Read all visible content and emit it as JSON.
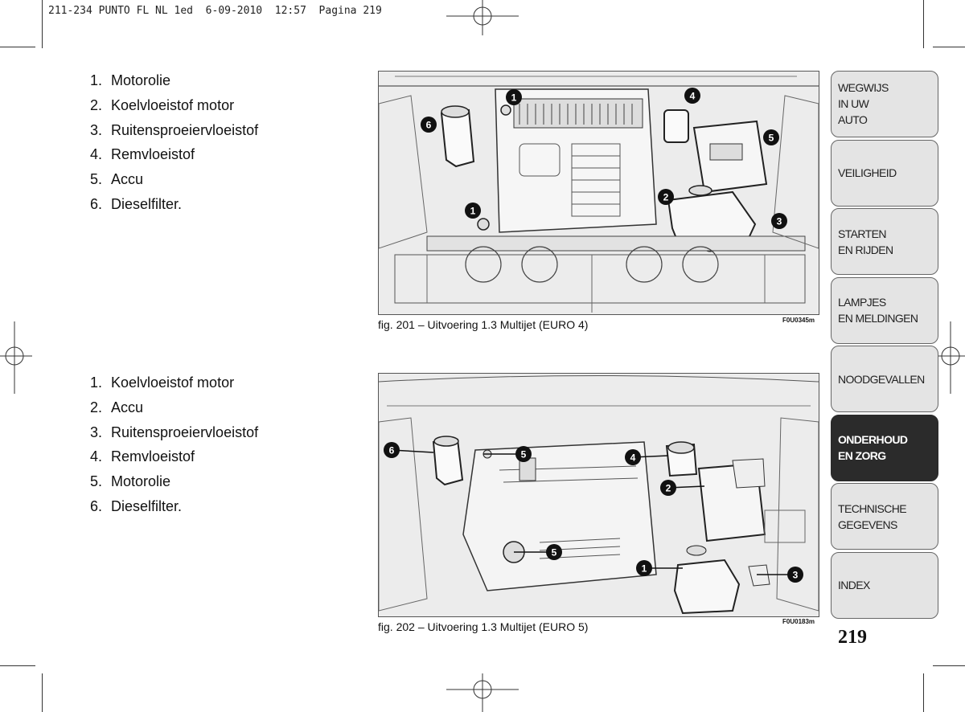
{
  "header": {
    "text": "211-234 PUNTO FL NL 1ed  6-09-2010  12:57  Pagina 219"
  },
  "list1": [
    "Motorolie",
    "Koelvloeistof motor",
    "Ruitensproeiervloeistof",
    "Remvloeistof",
    "Accu",
    "Dieselfilter."
  ],
  "list2": [
    "Koelvloeistof motor",
    "Accu",
    "Ruitensproeiervloeistof",
    "Remvloeistof",
    "Motorolie",
    "Dieselfilter."
  ],
  "figure1": {
    "caption": "fig. 201 – Uitvoering 1.3 Multijet (EURO 4)",
    "code": "F0U0345m",
    "callouts": [
      "1",
      "1",
      "2",
      "3",
      "4",
      "5",
      "6"
    ]
  },
  "figure2": {
    "caption": "fig. 202 – Uitvoering 1.3 Multijet (EURO 5)",
    "code": "F0U0183m",
    "callouts": [
      "1",
      "2",
      "3",
      "4",
      "5",
      "5",
      "6"
    ]
  },
  "tabs": [
    {
      "label": "WEGWIJS\nIN UW\nAUTO",
      "active": false
    },
    {
      "label": "VEILIGHEID",
      "active": false
    },
    {
      "label": "STARTEN\nEN RIJDEN",
      "active": false
    },
    {
      "label": "LAMPJES\nEN MELDINGEN",
      "active": false
    },
    {
      "label": "NOODGEVALLEN",
      "active": false
    },
    {
      "label": "ONDERHOUD\nEN ZORG",
      "active": true
    },
    {
      "label": "TECHNISCHE\nGEGEVENS",
      "active": false
    },
    {
      "label": "INDEX",
      "active": false
    }
  ],
  "page_number": "219"
}
